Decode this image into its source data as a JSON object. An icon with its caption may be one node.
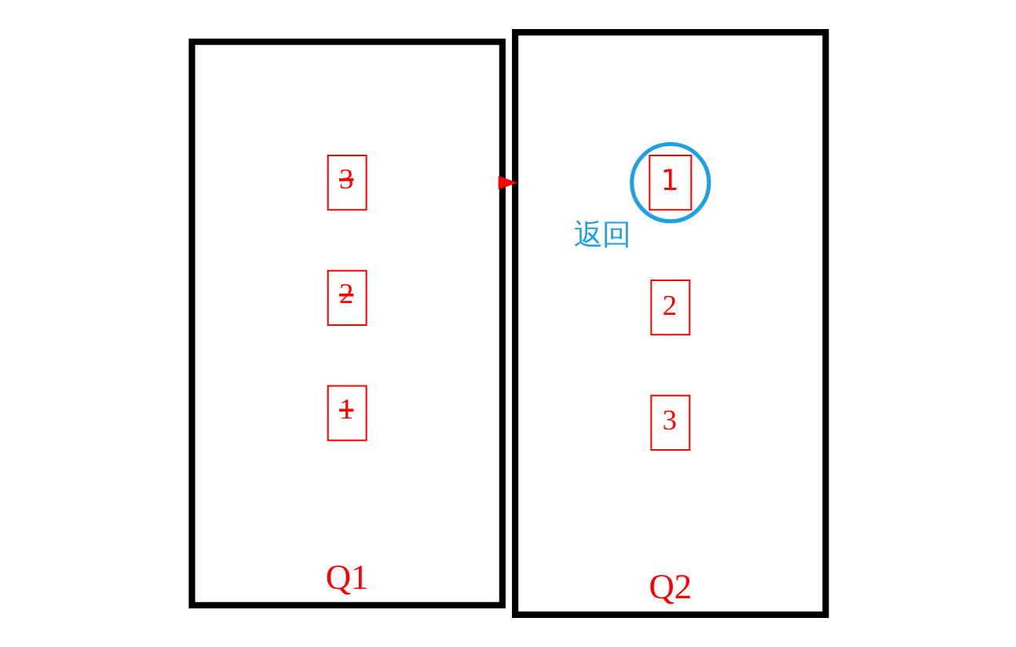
{
  "diagram": {
    "nodes": [
      {
        "text": [
          "Q1"
        ]
      },
      {
        "text": [
          "3"
        ],
        "in": 0
      },
      {
        "text": [
          "2"
        ],
        "in": 0
      },
      {
        "text": [
          "1"
        ],
        "in": 0
      },
      {
        "text": [
          "Q2"
        ]
      },
      {
        "text": [
          "1"
        ],
        "in": 4,
        "beside": [
          "返回"
        ]
      },
      {
        "text": [
          "2"
        ],
        "in": 4
      },
      {
        "text": [
          "3"
        ],
        "in": 4
      }
    ],
    "edges": [
      {
        "from": 0,
        "to": 4,
        "arrow": "to",
        "color": "#ff0000"
      }
    ]
  }
}
